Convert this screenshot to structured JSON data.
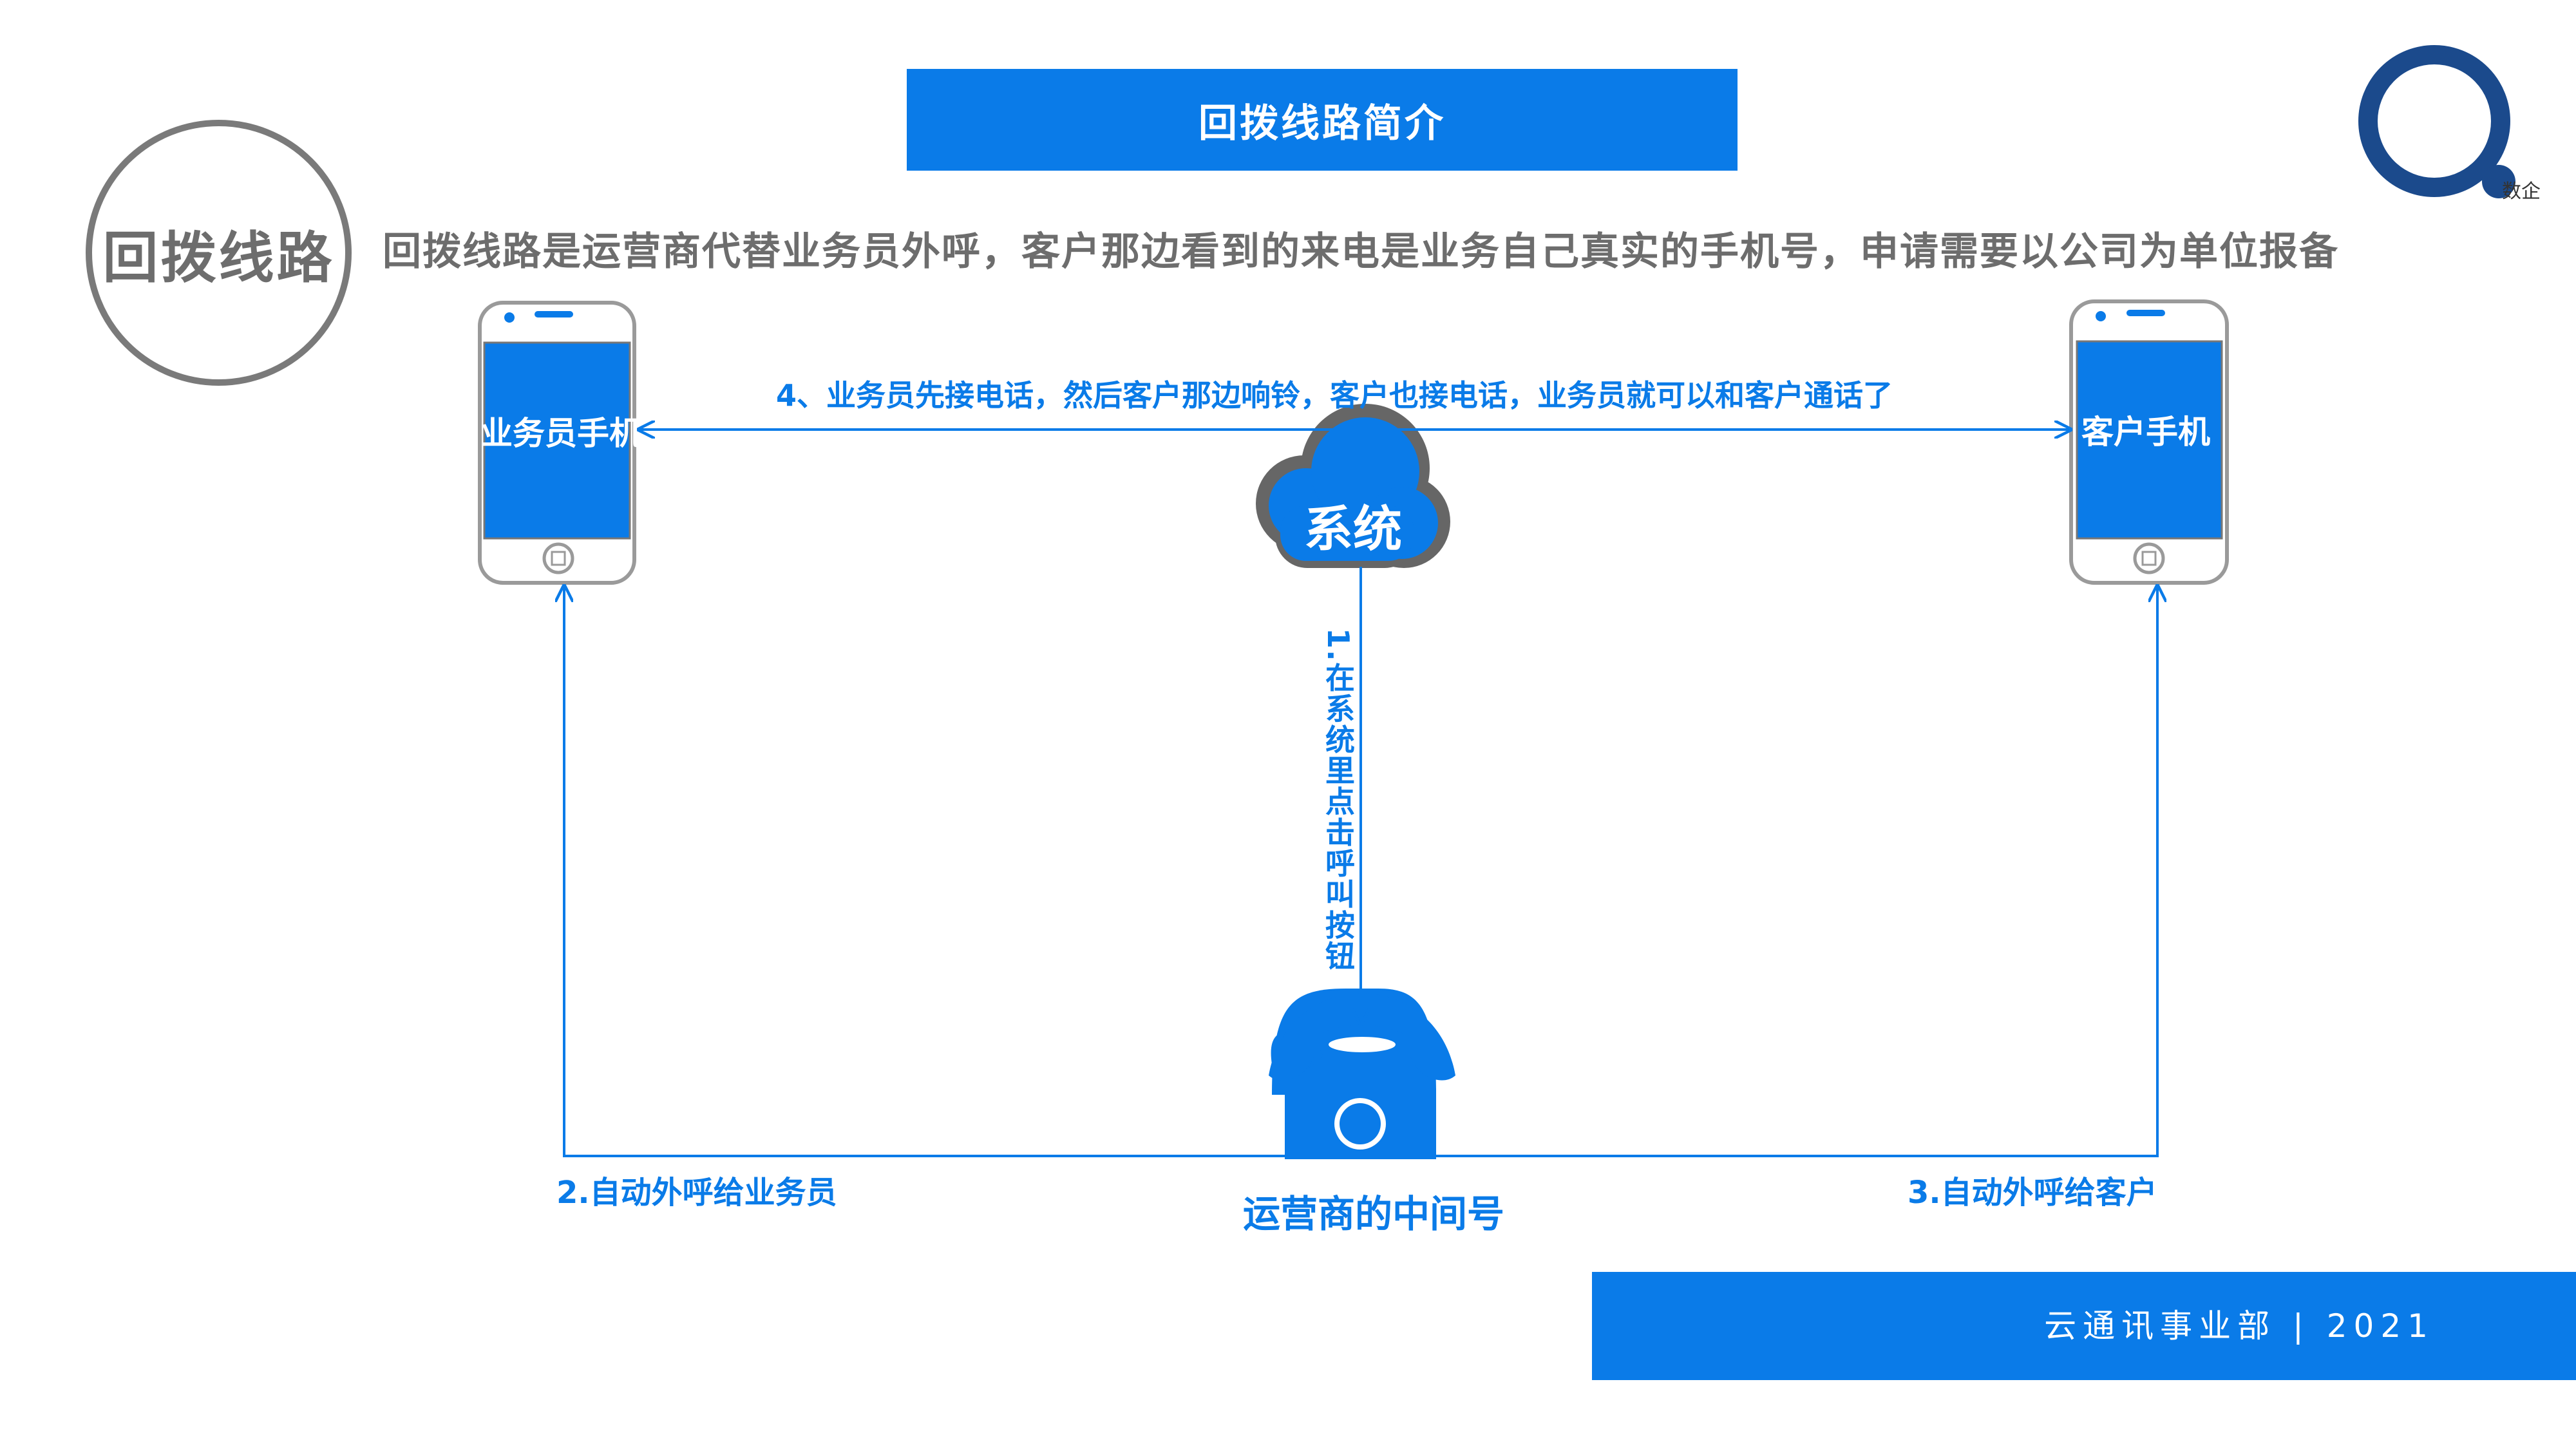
{
  "header": {
    "title": "回拨线路简介"
  },
  "intro": {
    "badge": "回拨线路",
    "text": "回拨线路是运营商代替业务员外呼，客户那边看到的来电是业务自己真实的手机号，申请需要以公司为单位报备"
  },
  "logo": {
    "label": "数企",
    "icon": "q-logo-icon"
  },
  "diagram": {
    "sales_phone": "业务员手机",
    "client_phone": "客户手机",
    "system": "系统",
    "trunk": "运营商的中间号",
    "step1": "1.在系统里点击呼叫按钮",
    "step2": "2.自动外呼给业务员",
    "step3": "3.自动外呼给客户",
    "step4": "4、业务员先接电话，然后客户那边响铃，客户也接电话，业务员就可以和客户通话了"
  },
  "footer": {
    "text": "云通讯事业部 | 2021"
  },
  "colors": {
    "accent": "#0a7be8",
    "gray": "#6d6d6d",
    "logo_blue": "#1b4a8c"
  }
}
